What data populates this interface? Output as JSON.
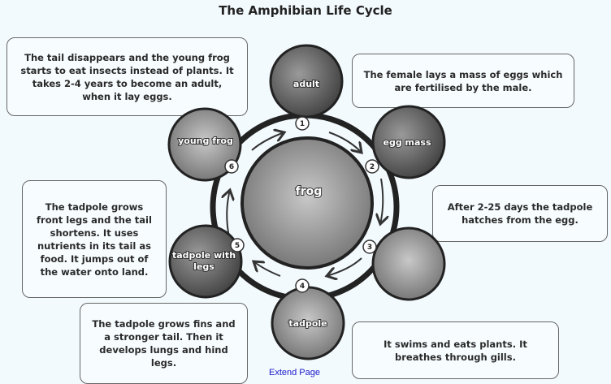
{
  "title": "The Amphibian Life Cycle",
  "center_label": "frog",
  "stages": [
    {
      "number": "1",
      "label": "adult"
    },
    {
      "number": "2",
      "label": "egg mass"
    },
    {
      "number": "3",
      "label": ""
    },
    {
      "number": "4",
      "label": "tadpole"
    },
    {
      "number": "5",
      "label": "tadpole with",
      "label2": "legs"
    },
    {
      "number": "6",
      "label": "young frog"
    }
  ],
  "descriptions": {
    "adult": "The tail disappears and the young frog starts to eat insects instead of plants. It takes 2-4 years to become an adult, when it lay eggs.",
    "egg_mass": "The female lays a mass of eggs which are fertilised by the male.",
    "hatch": "After 2-25 days the tadpole hatches from the egg.",
    "tadpole": "It swims and eats plants. It breathes through gills.",
    "fins": "The tadpole grows fins and a stronger tail. Then it develops lungs and hind legs.",
    "legs": "The tadpole grows front legs and the tail shortens. It uses nutrients in its tail as food. It jumps out of the water onto land."
  },
  "link": "Extend Page"
}
